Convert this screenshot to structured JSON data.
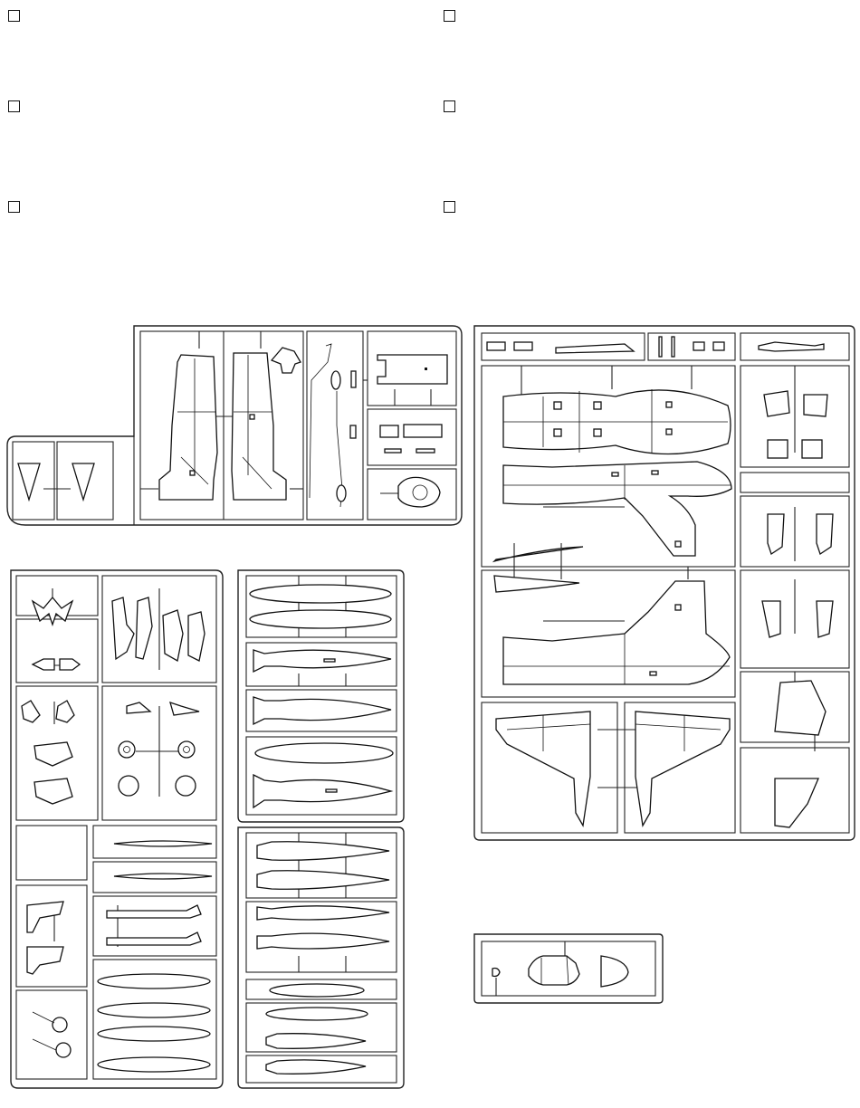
{
  "page": {
    "background": "#ffffff",
    "line_color": "#111111"
  },
  "checkboxes": [
    {
      "checked": false
    },
    {
      "checked": false
    },
    {
      "checked": false
    },
    {
      "checked": false
    },
    {
      "checked": false
    },
    {
      "checked": false
    }
  ],
  "sprues": [
    {
      "id": "sprue-1"
    },
    {
      "id": "sprue-2"
    },
    {
      "id": "sprue-3"
    },
    {
      "id": "sprue-4"
    },
    {
      "id": "sprue-5"
    },
    {
      "id": "sprue-6"
    },
    {
      "id": "sprue-7"
    }
  ]
}
